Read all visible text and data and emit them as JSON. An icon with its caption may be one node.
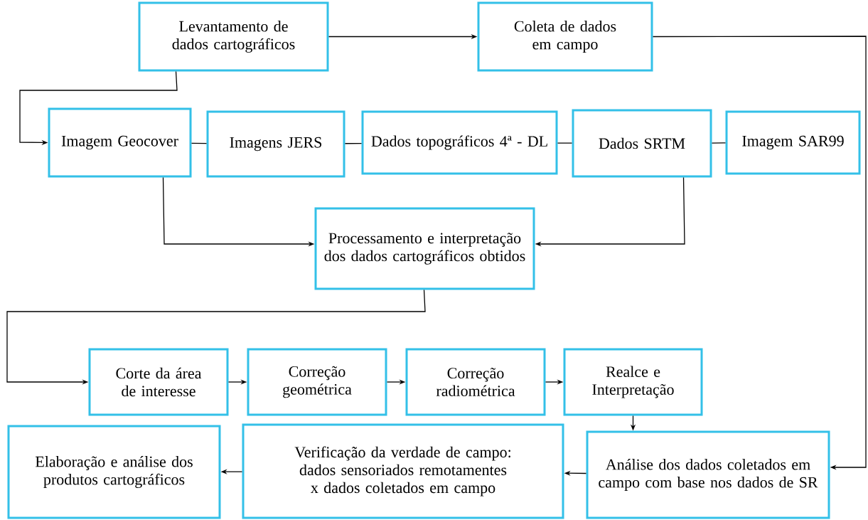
{
  "diagram": {
    "nodes": [
      {
        "text": [
          "Levantamento de dados cartográficos"
        ]
      },
      {
        "text": [
          "Coleta de dados em campo"
        ]
      },
      {
        "text": [
          "Imagem Geocover"
        ]
      },
      {
        "text": [
          "Imagens JERS"
        ]
      },
      {
        "text": [
          "Dados topográficos 4ª - DL"
        ]
      },
      {
        "text": [
          "Dados SRTM"
        ]
      },
      {
        "text": [
          "Imagem SAR99"
        ]
      },
      {
        "text": [
          "Processamento e interpretação dos dados cartográficos obtidos"
        ]
      },
      {
        "text": [
          "Corte da área de interesse"
        ]
      },
      {
        "text": [
          "Correção geométrica"
        ]
      },
      {
        "text": [
          "Correção radiométrica"
        ]
      },
      {
        "text": [
          "Realce e Interpretação"
        ]
      },
      {
        "text": [
          "Análise dos dados coletados em campo com base nos dados de SR"
        ]
      },
      {
        "text": [
          "Verificação da verdade de campo: dados sensoriados remotamentes x dados coletados em campo"
        ]
      },
      {
        "text": [
          "Elaboração e análise dos produtos cartográficos"
        ]
      }
    ],
    "edges": [
      {
        "from": 0,
        "to": 1,
        "arrow": "to"
      },
      {
        "from": 0,
        "to": 2,
        "arrow": "to"
      },
      {
        "from": 2,
        "to": 3,
        "arrow": "none"
      },
      {
        "from": 3,
        "to": 4,
        "arrow": "none"
      },
      {
        "from": 4,
        "to": 5,
        "arrow": "none"
      },
      {
        "from": 5,
        "to": 6,
        "arrow": "none"
      },
      {
        "from": 2,
        "to": 7,
        "arrow": "to"
      },
      {
        "from": 5,
        "to": 7,
        "arrow": "to"
      },
      {
        "from": 7,
        "to": 8,
        "arrow": "to"
      },
      {
        "from": 8,
        "to": 9,
        "arrow": "to"
      },
      {
        "from": 9,
        "to": 10,
        "arrow": "to"
      },
      {
        "from": 10,
        "to": 11,
        "arrow": "to"
      },
      {
        "from": 11,
        "to": 12,
        "arrow": "to"
      },
      {
        "from": 1,
        "to": 12,
        "arrow": "to"
      },
      {
        "from": 12,
        "to": 13,
        "arrow": "to"
      },
      {
        "from": 13,
        "to": 14,
        "arrow": "to"
      }
    ]
  }
}
